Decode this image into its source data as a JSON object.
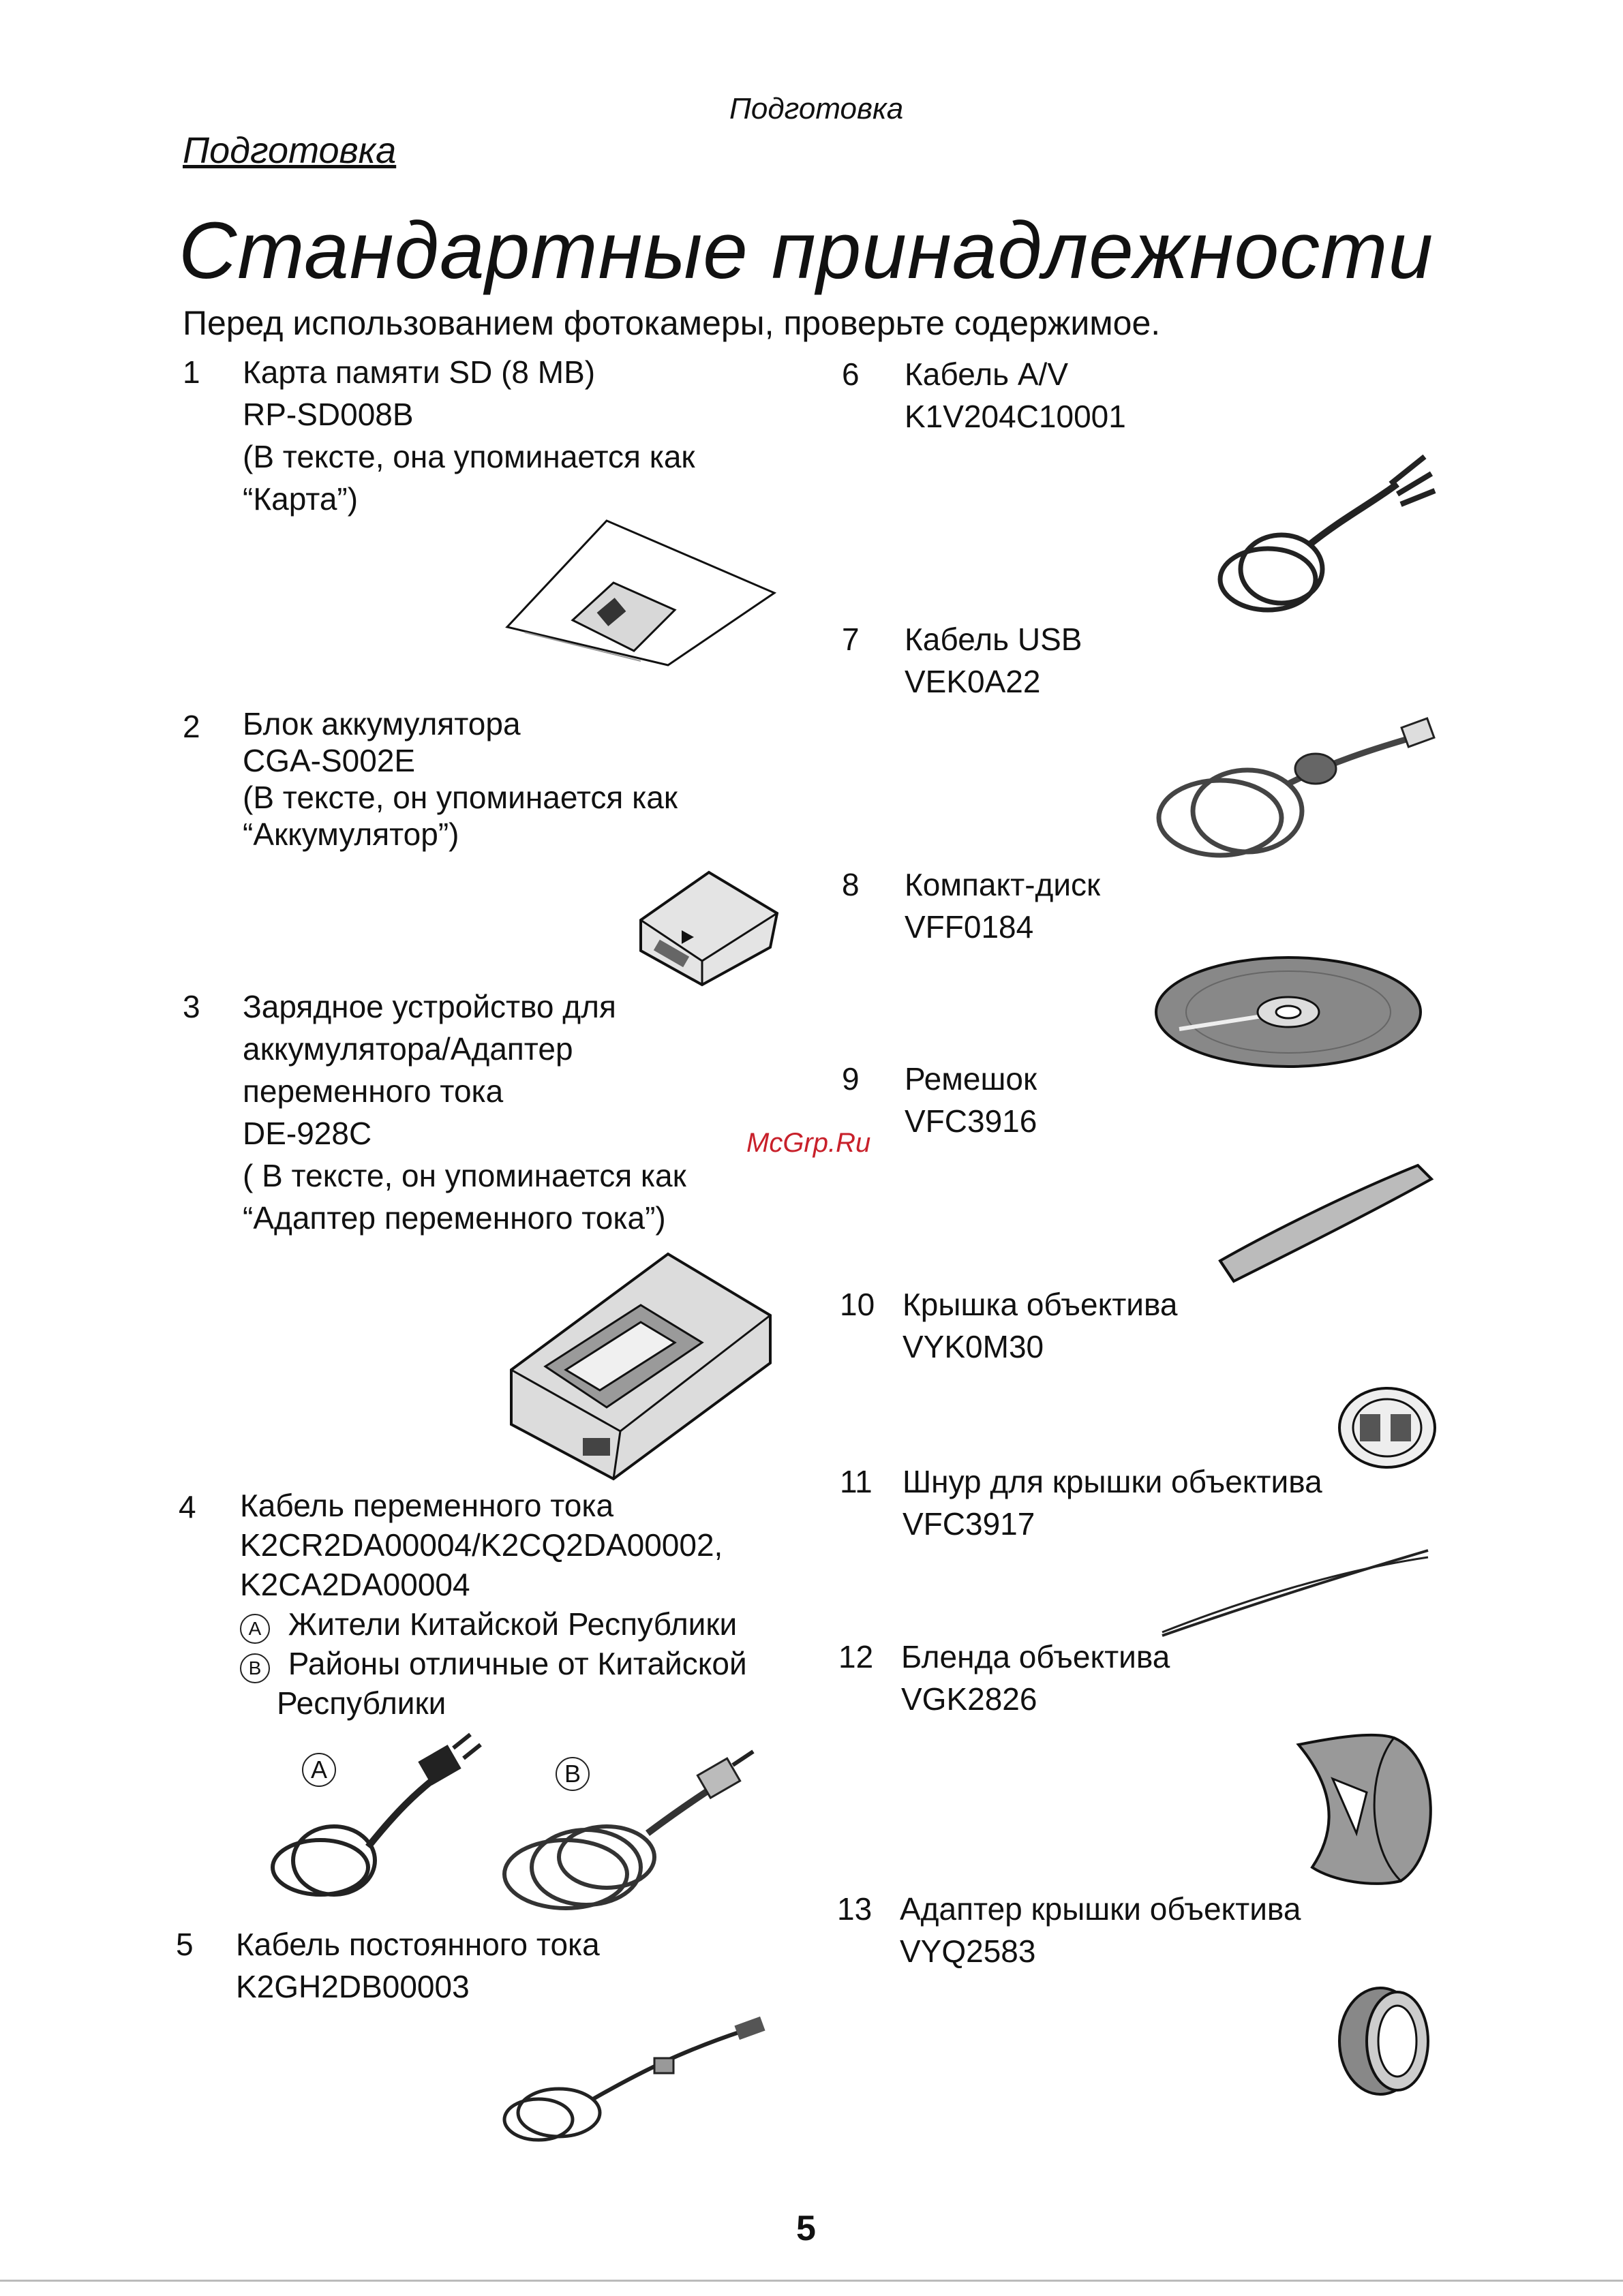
{
  "header": {
    "running_title": "Подготовка",
    "section": "Подготовка"
  },
  "title": "Стандартные принадлежности",
  "intro": "Перед использованием фотокамеры, проверьте содержимое.",
  "items": [
    {
      "num": "1",
      "lines": [
        "Карта памяти SD (8 MB)",
        "RP-SD008B",
        "(В тексте, она упоминается как",
        "“Карта”)"
      ]
    },
    {
      "num": "2",
      "lines": [
        "Блок аккумулятора",
        "CGA-S002E",
        "(В тексте, он упоминается как",
        "“Аккумулятор”)"
      ]
    },
    {
      "num": "3",
      "lines": [
        "Зарядное устройство для",
        "аккумулятора/Адаптер",
        "переменного тока",
        "DE-928C",
        "( В тексте, он упоминается как",
        "“Адаптер переменного тока”)"
      ]
    },
    {
      "num": "4",
      "lines": [
        "Кабель переменного тока",
        "K2CR2DA00004/K2CQ2DA00002,",
        "K2CA2DA00004"
      ],
      "notes": [
        {
          "mark": "A",
          "text": "Жители Китайской Республики"
        },
        {
          "mark": "B",
          "text": "Районы отличные от Китайской",
          "cont": "Республики"
        }
      ]
    },
    {
      "num": "5",
      "lines": [
        "Кабель постоянного тока",
        "K2GH2DB00003"
      ]
    },
    {
      "num": "6",
      "lines": [
        "Кабель A/V",
        "K1V204C10001"
      ]
    },
    {
      "num": "7",
      "lines": [
        "Кабель USB",
        "VEK0A22"
      ]
    },
    {
      "num": "8",
      "lines": [
        "Компакт-диск",
        "VFF0184"
      ]
    },
    {
      "num": "9",
      "lines": [
        "Ремешок",
        "VFC3916"
      ]
    },
    {
      "num": "10",
      "lines": [
        "Крышка объектива",
        "VYK0M30"
      ]
    },
    {
      "num": "11",
      "lines": [
        "Шнур для крышки объектива",
        "VFC3917"
      ]
    },
    {
      "num": "12",
      "lines": [
        "Бленда объектива",
        "VGK2826"
      ]
    },
    {
      "num": "13",
      "lines": [
        "Адаптер крышки объектива",
        "VYQ2583"
      ]
    }
  ],
  "picture_labels": {
    "a": "A",
    "b": "B"
  },
  "watermark": "McGrp.Ru",
  "page_number": "5"
}
